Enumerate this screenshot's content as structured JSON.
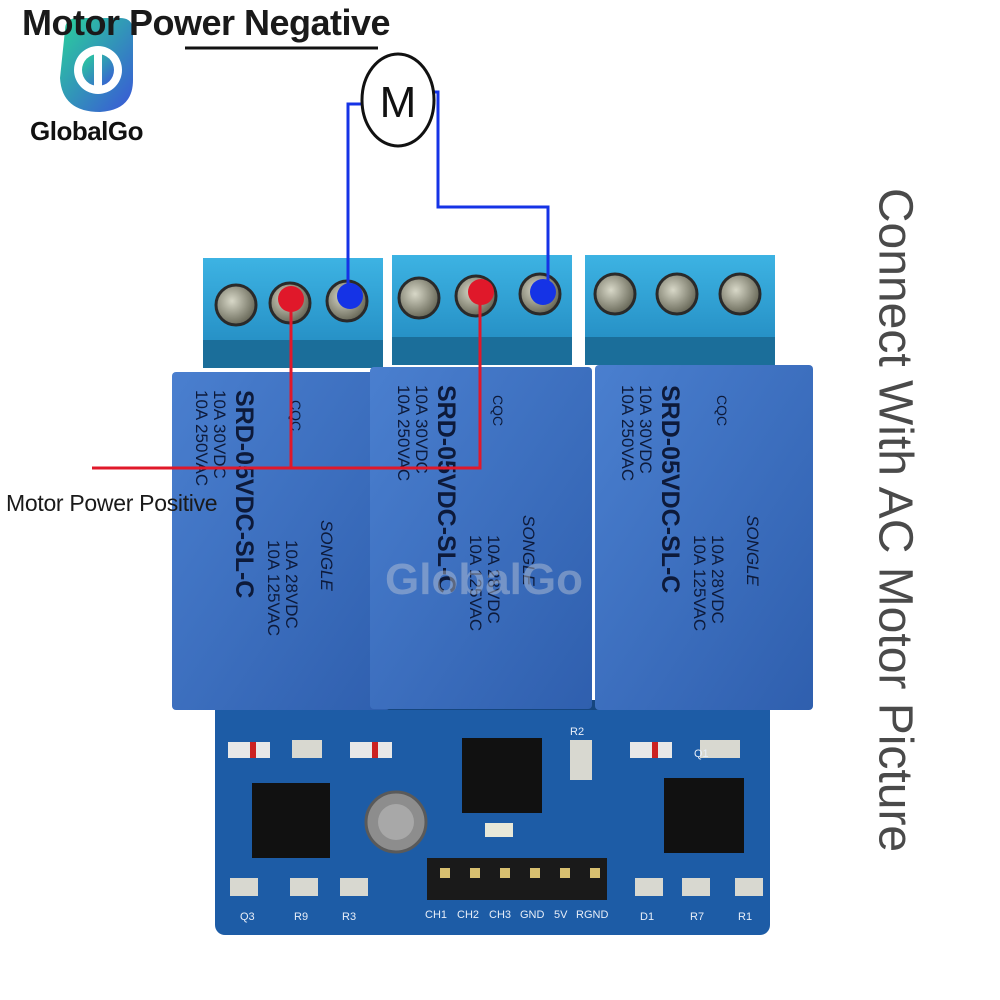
{
  "labels": {
    "motor_negative": "Motor Power Negative",
    "motor_positive": "Motor Power Positive",
    "side_caption": "Connect With AC Motor Picture",
    "motor_symbol": "M"
  },
  "brand": {
    "name": "GlobalGo",
    "watermark": "GlobalGo"
  },
  "relays": [
    {
      "specs": [
        "10A 250VAC",
        "10A 30VDC"
      ],
      "model": "SRD-05VDC-SL-C",
      "maker": "SONGLE",
      "ratings": [
        "10A 125VAC",
        "10A 28VDC"
      ],
      "cert": "CQC"
    },
    {
      "specs": [
        "10A 250VAC",
        "10A 30VDC"
      ],
      "model": "SRD-05VDC-SL-C",
      "maker": "SONGLE",
      "ratings": [
        "10A 125VAC",
        "10A 28VDC"
      ],
      "cert": "CQC"
    },
    {
      "specs": [
        "10A 250VAC",
        "10A 30VDC"
      ],
      "model": "SRD-05VDC-SL-C",
      "maker": "SONGLE",
      "ratings": [
        "10A 125VAC",
        "10A 28VDC"
      ],
      "cert": "CQC"
    }
  ],
  "pins": [
    "CH1",
    "CH2",
    "CH3",
    "GND",
    "5V",
    "RGND"
  ],
  "board_marks": [
    "R9",
    "R3",
    "R2",
    "Q1",
    "D1",
    "R7",
    "R1",
    "Q3"
  ],
  "colors": {
    "relay_body": "#3a6fbf",
    "terminal": "#2a9fd3",
    "pcb": "#1c5aa3",
    "wire_positive": "#e0182a",
    "wire_negative": "#1533e6"
  }
}
